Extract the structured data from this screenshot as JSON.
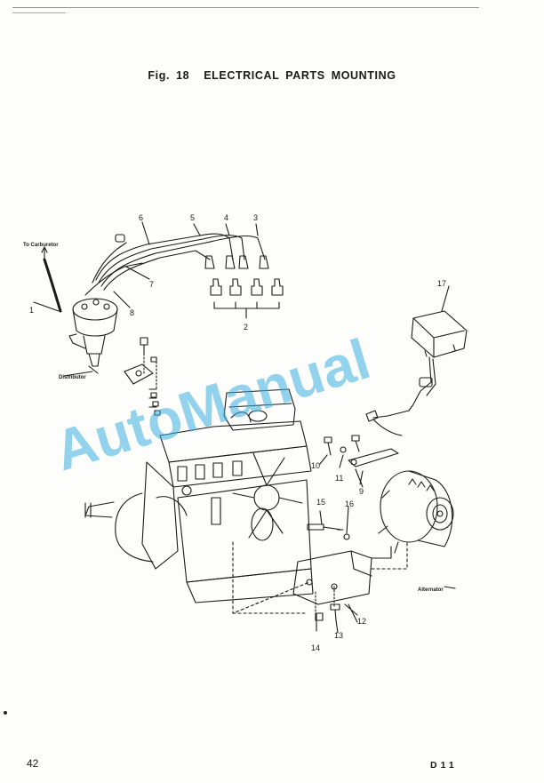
{
  "figure": {
    "number": "Fig. 18",
    "title": "ELECTRICAL PARTS MOUNTING"
  },
  "callouts": {
    "to_carburetor": "To Carburetor",
    "distributor": "Distributor",
    "alternator": "Alternator",
    "n1": "1",
    "n2": "2",
    "n3": "3",
    "n4": "4",
    "n5": "5",
    "n6": "6",
    "n7": "7",
    "n8": "8",
    "n9": "9",
    "n10": "10",
    "n11": "11",
    "n12": "12",
    "n13": "13",
    "n14": "14",
    "n15": "15",
    "n16": "16",
    "n17": "17"
  },
  "watermark": "AutoManual",
  "footer": {
    "page_number": "42",
    "section_code": "D11"
  }
}
